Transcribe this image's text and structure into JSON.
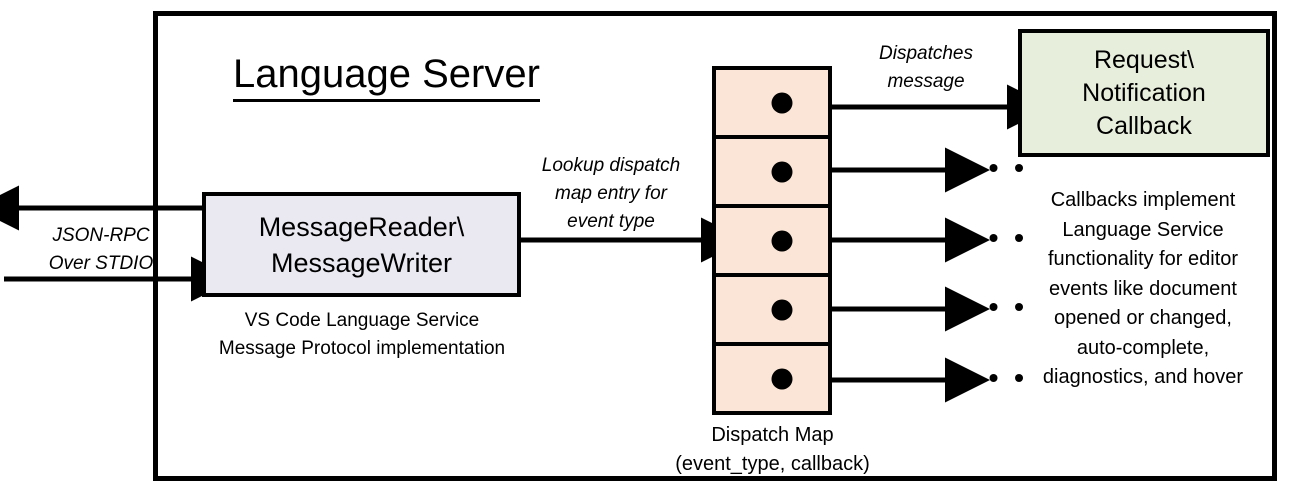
{
  "diagram": {
    "title": "Language Server",
    "boxes": {
      "reader_writer": {
        "label": "MessageReader\\\nMessageWriter",
        "caption": "VS Code Language Service\nMessage Protocol implementation",
        "fill": "#eae9f2"
      },
      "callback": {
        "label": "Request\\\nNotification\nCallback",
        "caption": "Callbacks implement Language Service functionality for editor events like document opened or changed, auto-complete, diagnostics, and hover",
        "caption_lines": "Callbacks implement\nLanguage Service\nfunctionality for editor\nevents like document\nopened or changed,\nauto-complete,\ndiagnostics, and hover",
        "fill": "#e8eedc"
      },
      "dispatch_map": {
        "caption": "Dispatch Map\n(event_type, callback)",
        "fill": "#fbe5d6",
        "row_count": 5,
        "rows": [
          {
            "dot": true
          },
          {
            "dot": true
          },
          {
            "dot": true
          },
          {
            "dot": true
          },
          {
            "dot": true
          }
        ]
      }
    },
    "labels": {
      "jsonrpc": "JSON-RPC\nOver STDIO",
      "lookup": "Lookup dispatch\nmap entry for\nevent type",
      "dispatches": "Dispatches\nmessage"
    },
    "ellipsis": "• • •",
    "colors": {
      "stroke": "#000000",
      "background": "#ffffff",
      "reader_fill": "#eae9f2",
      "map_fill": "#fbe5d6",
      "callback_fill": "#e8eedc"
    }
  }
}
